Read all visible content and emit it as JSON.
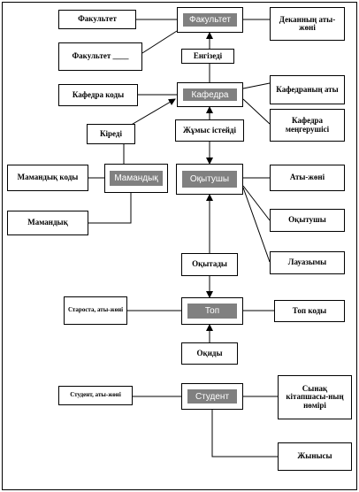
{
  "entities": {
    "fakultet": "Факультет",
    "kafedra": "Кафедра",
    "mamandyk": "Мамандық",
    "okytushy": "Оқытушы",
    "top": "Топ",
    "student": "Студент"
  },
  "relations": {
    "engizedi": "Енгізеді",
    "zhumys_isteidi": "Жұмыс істейді",
    "kiredi": "Кіреді",
    "okytady": "Оқытады",
    "okidy": "Оқиды"
  },
  "attributes": {
    "fakultet_name": "Факультет",
    "fakultet_code": "Факультет ____",
    "dekan": "Деканның аты-жөні",
    "kafedra_kody": "Кафедра коды",
    "kafedra_aty": "Кафедраның аты",
    "kafedra_mengerushi": "Кафедра меңгерушісі",
    "mamandyk_kody": "Мамандық коды",
    "mamandyk": "Мамандық",
    "aty_zhoni": "Аты-жөні",
    "okytushy_attr": "Оқытушы",
    "lauazymy": "Лауазымы",
    "starosta": "Староста, аты-жөні",
    "top_kody": "Топ коды",
    "student_aty": "Студент, аты-жөні",
    "synak_kitapshasy": "Сынақ кітапшасы-ның нөмірі",
    "zhynysy": "Жынысы"
  }
}
